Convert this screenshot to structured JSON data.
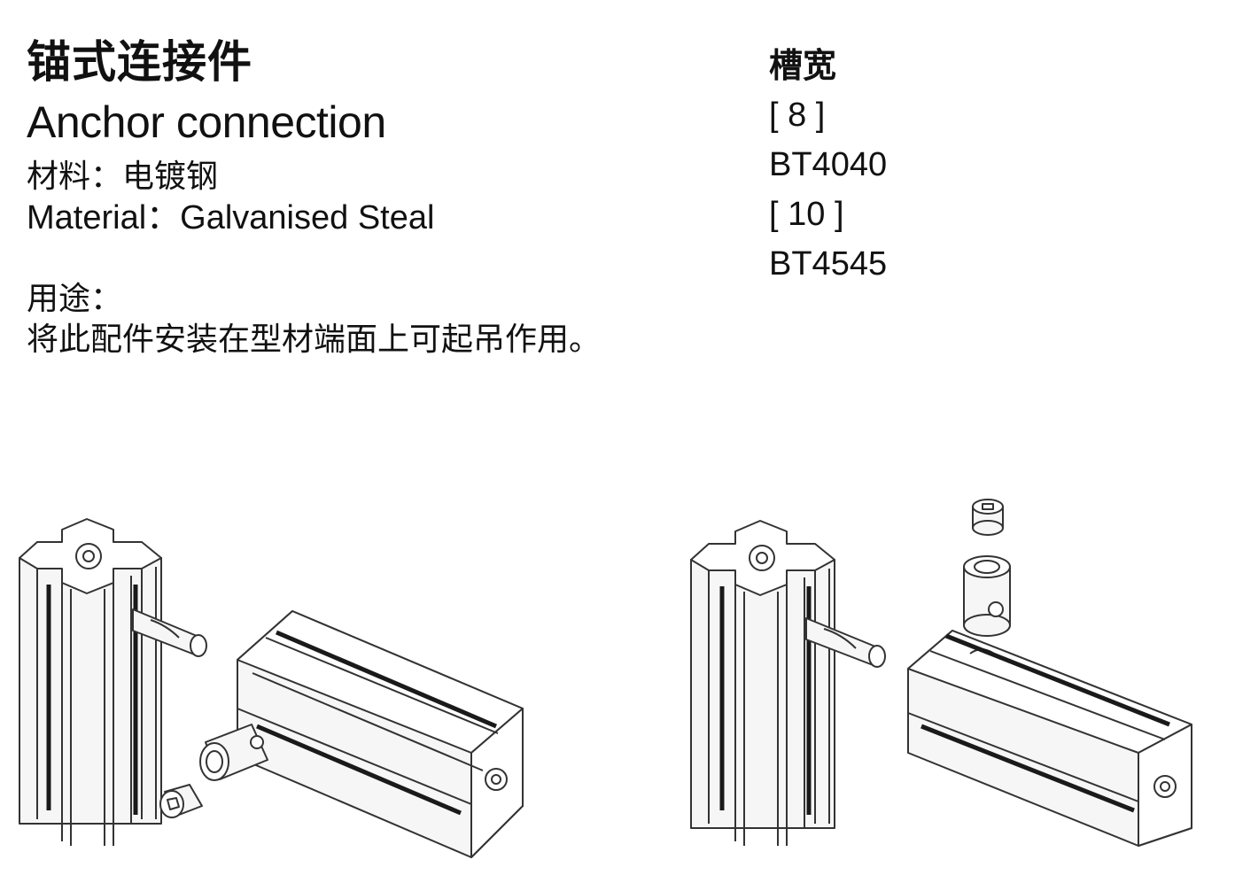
{
  "header": {
    "title_cn": "锚式连接件",
    "title_en": "Anchor connection",
    "material_cn": "材料：电镀钢",
    "material_en": "Material：Galvanised Steal",
    "usage_label": "用途：",
    "usage_text": "将此配件安装在型材端面上可起吊作用。"
  },
  "spec": {
    "heading": "槽宽",
    "rows": [
      "[ 8 ]",
      "BT4040",
      "[ 10 ]",
      "BT4545"
    ]
  },
  "illustrations": {
    "left_icon": "exploded-anchor-connection-icon",
    "right_icon": "assembled-anchor-connection-icon",
    "line_color": "#333333",
    "fill_color": "#f6f6f6",
    "groove_color": "#1a1a1a"
  }
}
